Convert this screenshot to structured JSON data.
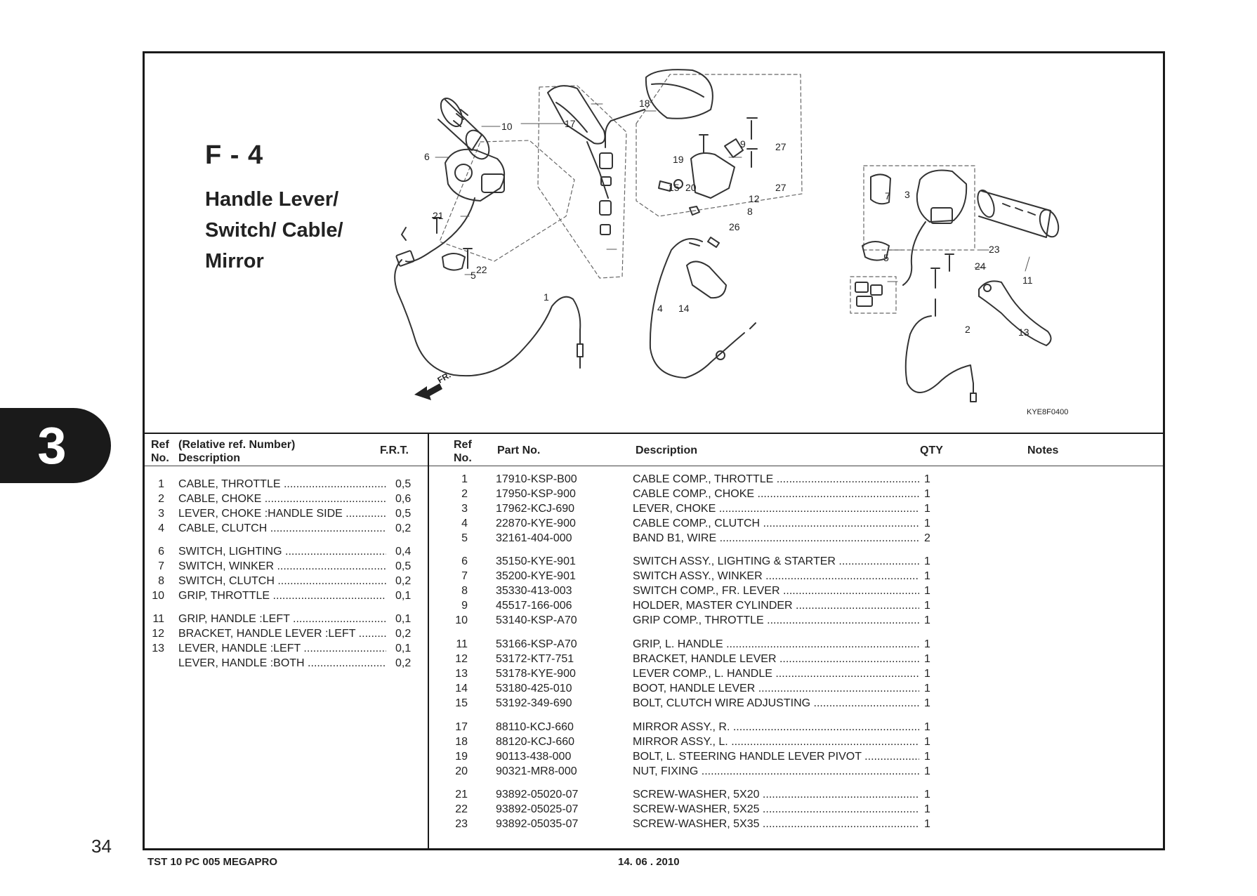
{
  "page": {
    "section_tab": "3",
    "page_number": "34",
    "footer_left": "TST 10 PC 005 MEGAPRO",
    "footer_date": "14. 06 . 2010"
  },
  "figure": {
    "code": "F - 4",
    "title_lines": [
      "Handle Lever/",
      "Switch/ Cable/",
      "Mirror"
    ],
    "diagram_code": "KYE8F0400",
    "front_label": "FR.",
    "callouts": [
      "1",
      "2",
      "3",
      "4",
      "5",
      "5",
      "6",
      "7",
      "8",
      "9",
      "10",
      "11",
      "12",
      "13",
      "14",
      "15",
      "17",
      "18",
      "19",
      "20",
      "21",
      "22",
      "23",
      "24",
      "26",
      "27",
      "27"
    ]
  },
  "left_table": {
    "header": {
      "ref_line1": "Ref",
      "ref_line2": "No.",
      "desc_line1": "(Relative ref. Number)",
      "desc_line2": "Description",
      "frt": "F.R.T."
    },
    "rows": [
      {
        "ref": "1",
        "desc": "CABLE, THROTTLE",
        "frt": "0,5"
      },
      {
        "ref": "2",
        "desc": "CABLE, CHOKE",
        "frt": "0,6"
      },
      {
        "ref": "3",
        "desc": "LEVER, CHOKE :HANDLE SIDE",
        "frt": "0,5"
      },
      {
        "ref": "4",
        "desc": "CABLE, CLUTCH",
        "frt": "0,2"
      },
      {
        "ref": "6",
        "desc": "SWITCH, LIGHTING",
        "frt": "0,4"
      },
      {
        "ref": "7",
        "desc": "SWITCH, WINKER",
        "frt": "0,5"
      },
      {
        "ref": "8",
        "desc": "SWITCH, CLUTCH",
        "frt": "0,2"
      },
      {
        "ref": "10",
        "desc": "GRIP, THROTTLE",
        "frt": "0,1"
      },
      {
        "ref": "11",
        "desc": "GRIP, HANDLE :LEFT",
        "frt": "0,1"
      },
      {
        "ref": "12",
        "desc": "BRACKET, HANDLE LEVER :LEFT",
        "frt": "0,2"
      },
      {
        "ref": "13",
        "desc": "LEVER, HANDLE :LEFT",
        "frt": "0,1"
      },
      {
        "ref": "",
        "desc": "LEVER, HANDLE :BOTH",
        "frt": "0,2"
      }
    ]
  },
  "right_table": {
    "header": {
      "ref_line1": "Ref",
      "ref_line2": "No.",
      "part": "Part No.",
      "desc": "Description",
      "qty": "QTY",
      "notes": "Notes"
    },
    "rows": [
      {
        "ref": "1",
        "part": "17910-KSP-B00",
        "desc": "CABLE COMP., THROTTLE",
        "qty": "1"
      },
      {
        "ref": "2",
        "part": "17950-KSP-900",
        "desc": "CABLE COMP., CHOKE",
        "qty": "1"
      },
      {
        "ref": "3",
        "part": "17962-KCJ-690",
        "desc": "LEVER, CHOKE",
        "qty": "1"
      },
      {
        "ref": "4",
        "part": "22870-KYE-900",
        "desc": "CABLE COMP., CLUTCH",
        "qty": "1"
      },
      {
        "ref": "5",
        "part": "32161-404-000",
        "desc": "BAND B1, WIRE",
        "qty": "2"
      },
      {
        "ref": "6",
        "part": "35150-KYE-901",
        "desc": "SWITCH ASSY., LIGHTING & STARTER",
        "qty": "1"
      },
      {
        "ref": "7",
        "part": "35200-KYE-901",
        "desc": "SWITCH ASSY., WINKER",
        "qty": "1"
      },
      {
        "ref": "8",
        "part": "35330-413-003",
        "desc": "SWITCH COMP., FR. LEVER",
        "qty": "1"
      },
      {
        "ref": "9",
        "part": "45517-166-006",
        "desc": "HOLDER, MASTER CYLINDER",
        "qty": "1"
      },
      {
        "ref": "10",
        "part": "53140-KSP-A70",
        "desc": "GRIP COMP., THROTTLE",
        "qty": "1"
      },
      {
        "ref": "11",
        "part": "53166-KSP-A70",
        "desc": "GRIP, L. HANDLE",
        "qty": "1"
      },
      {
        "ref": "12",
        "part": "53172-KT7-751",
        "desc": "BRACKET, HANDLE LEVER",
        "qty": "1"
      },
      {
        "ref": "13",
        "part": "53178-KYE-900",
        "desc": "LEVER COMP., L. HANDLE",
        "qty": "1"
      },
      {
        "ref": "14",
        "part": "53180-425-010",
        "desc": "BOOT, HANDLE LEVER",
        "qty": "1"
      },
      {
        "ref": "15",
        "part": "53192-349-690",
        "desc": "BOLT, CLUTCH WIRE ADJUSTING",
        "qty": "1"
      },
      {
        "ref": "17",
        "part": "88110-KCJ-660",
        "desc": "MIRROR ASSY., R.",
        "qty": "1"
      },
      {
        "ref": "18",
        "part": "88120-KCJ-660",
        "desc": "MIRROR ASSY., L.",
        "qty": "1"
      },
      {
        "ref": "19",
        "part": "90113-438-000",
        "desc": "BOLT, L. STEERING HANDLE LEVER PIVOT",
        "qty": "1"
      },
      {
        "ref": "20",
        "part": "90321-MR8-000",
        "desc": "NUT, FIXING",
        "qty": "1"
      },
      {
        "ref": "21",
        "part": "93892-05020-07",
        "desc": "SCREW-WASHER, 5X20",
        "qty": "1"
      },
      {
        "ref": "22",
        "part": "93892-05025-07",
        "desc": "SCREW-WASHER, 5X25",
        "qty": "1"
      },
      {
        "ref": "23",
        "part": "93892-05035-07",
        "desc": "SCREW-WASHER, 5X35",
        "qty": "1"
      }
    ]
  }
}
